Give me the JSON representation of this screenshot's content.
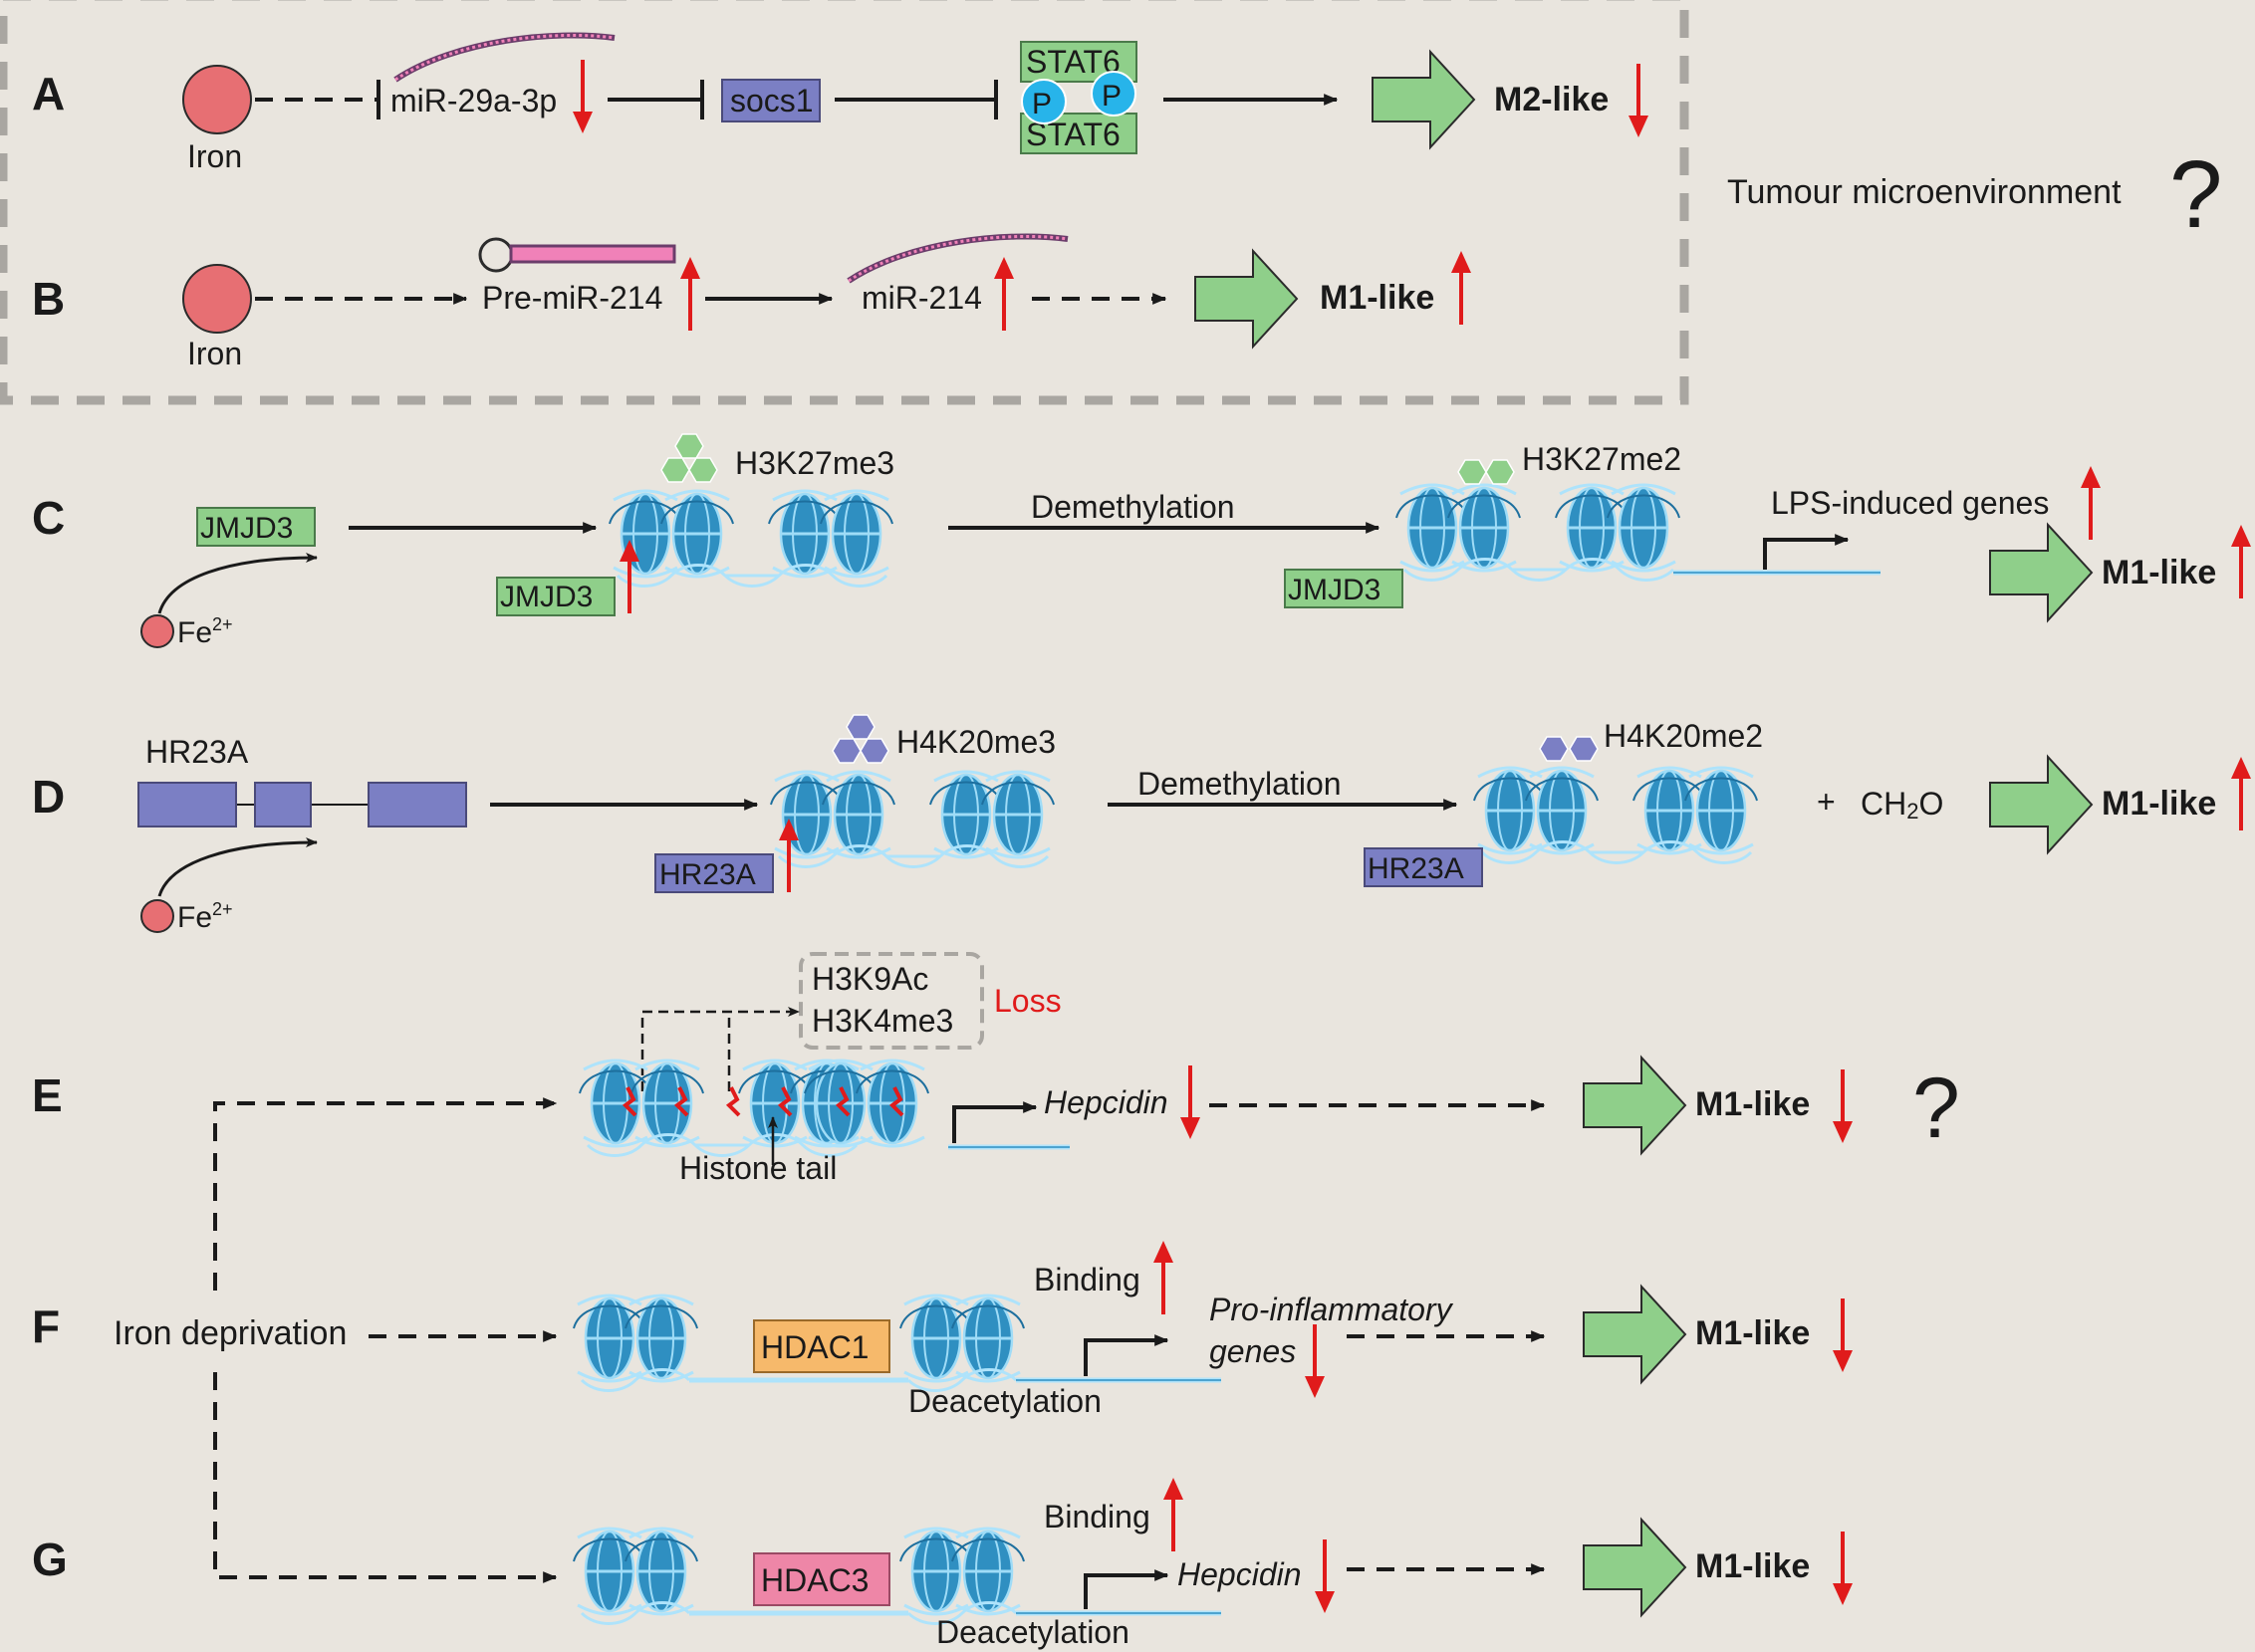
{
  "panels": {
    "a": {
      "letter": "A",
      "iron": "Iron",
      "mirna": "miR-29a-3p",
      "socs": "socs1",
      "stat_top": "STAT6",
      "stat_bottom": "STAT6",
      "p1": "P",
      "p2": "P",
      "outcome": "M2-like"
    },
    "b": {
      "letter": "B",
      "iron": "Iron",
      "pre": "Pre-miR-214",
      "mirna": "miR-214",
      "outcome": "M1-like"
    },
    "c": {
      "letter": "C",
      "enzyme": "JMJD3",
      "enzyme_bound": "JMJD3",
      "enzyme_bound2": "JMJD3",
      "fe": "Fe",
      "fe_sup": "2+",
      "mark1": "H3K27me3",
      "process": "Demethylation",
      "mark2": "H3K27me2",
      "genes": "LPS-induced genes",
      "outcome": "M1-like"
    },
    "d": {
      "letter": "D",
      "gene": "HR23A",
      "enzyme_bound": "HR23A",
      "enzyme_bound2": "HR23A",
      "fe": "Fe",
      "fe_sup": "2+",
      "mark1": "H4K20me3",
      "process": "Demethylation",
      "mark2": "H4K20me2",
      "plus": "+",
      "byproduct_pre": "CH",
      "byproduct_sub": "2",
      "byproduct_post": "O",
      "outcome": "M1-like"
    },
    "e": {
      "letter": "E",
      "mark1": "H3K9Ac",
      "mark2": "H3K4me3",
      "loss": "Loss",
      "tail": "Histone tail",
      "gene": "Hepcidin",
      "outcome": "M1-like",
      "question": "?"
    },
    "f": {
      "letter": "F",
      "trigger": "Iron deprivation",
      "enzyme": "HDAC1",
      "binding": "Binding",
      "gene_line1": "Pro-inflammatory",
      "gene_line2": "genes",
      "process": "Deacetylation",
      "outcome": "M1-like"
    },
    "g": {
      "letter": "G",
      "enzyme": "HDAC3",
      "binding": "Binding",
      "gene": "Hepcidin",
      "process": "Deacetylation",
      "outcome": "M1-like"
    }
  },
  "tme": {
    "label": "Tumour microenvironment",
    "question": "?"
  },
  "colors": {
    "background": "#e9e5de",
    "iron": "#e76f73",
    "green": "#8fcf8a",
    "purple": "#7b7fc4",
    "red": "#e01b1b",
    "nucleosome": "#2f8fc1",
    "hdac1": "#f6b96b",
    "hdac3": "#ee86a7",
    "stat_p": "#27b4ea",
    "dashed_box": "#a9a6a1"
  },
  "icons": [
    "iron-circle-icon",
    "microrna-icon",
    "pre-mirna-hairpin-icon",
    "nucleosome-icon",
    "methyl-hexagon-icon",
    "up-arrow-icon",
    "down-arrow-icon",
    "block-arrow-icon",
    "gene-promoter-arrow-icon"
  ]
}
